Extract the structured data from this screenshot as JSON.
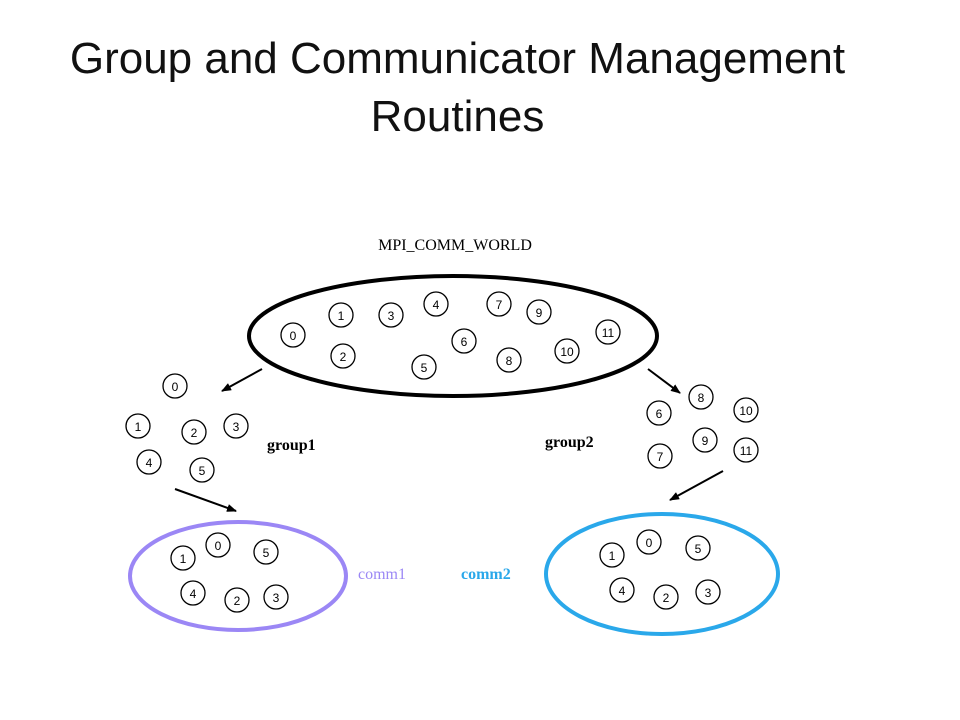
{
  "title": {
    "line1": "Group and Communicator Management",
    "line2": "Routines"
  },
  "diagram": {
    "world": {
      "label": "MPI_COMM_WORLD",
      "color": "#000000",
      "processes": [
        "0",
        "1",
        "2",
        "3",
        "4",
        "5",
        "6",
        "7",
        "8",
        "9",
        "10",
        "11"
      ]
    },
    "group1": {
      "label": "group1",
      "processes": [
        "0",
        "1",
        "2",
        "3",
        "4",
        "5"
      ]
    },
    "group2": {
      "label": "group2",
      "processes": [
        "6",
        "7",
        "8",
        "9",
        "10",
        "11"
      ]
    },
    "comm1": {
      "label": "comm1",
      "color": "#9b87f5",
      "ranks": [
        "0",
        "1",
        "2",
        "3",
        "4",
        "5"
      ]
    },
    "comm2": {
      "label": "comm2",
      "color": "#2aa8ea",
      "ranks": [
        "0",
        "1",
        "2",
        "3",
        "4",
        "5"
      ]
    }
  }
}
